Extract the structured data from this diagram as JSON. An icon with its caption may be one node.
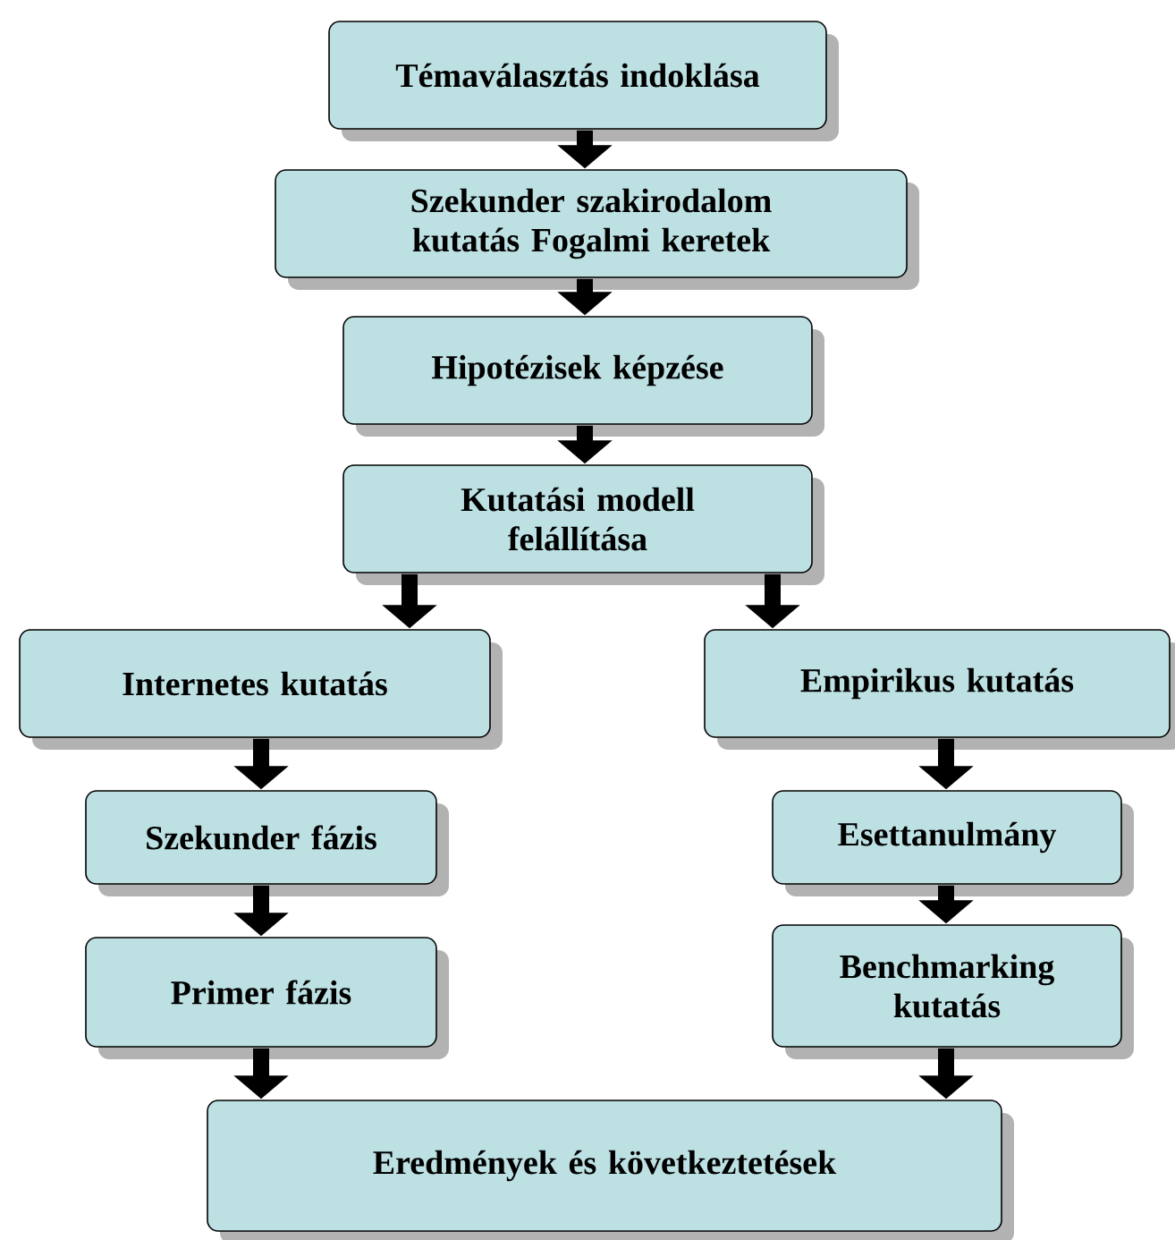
{
  "diagram": {
    "nodes": [
      {
        "text": [
          "Témaválasztás indoklása"
        ]
      },
      {
        "text": [
          "Szekunder szakirodalom kutatás Fogalmi keretek"
        ]
      },
      {
        "text": [
          "Hipotézisek képzése"
        ]
      },
      {
        "text": [
          "Kutatási modell felállítása"
        ]
      },
      {
        "text": [
          "Internetes kutatás"
        ]
      },
      {
        "text": [
          "Empirikus kutatás"
        ]
      },
      {
        "text": [
          "Szekunder fázis"
        ]
      },
      {
        "text": [
          "Esettanulmány"
        ]
      },
      {
        "text": [
          "Primer fázis"
        ]
      },
      {
        "text": [
          "Benchmarking kutatás"
        ]
      },
      {
        "text": [
          "Eredmények és következtetések"
        ]
      }
    ],
    "edges": [
      {
        "from": 0,
        "to": 1,
        "arrow": "to"
      },
      {
        "from": 1,
        "to": 2,
        "arrow": "to"
      },
      {
        "from": 2,
        "to": 3,
        "arrow": "to"
      },
      {
        "from": 3,
        "to": 4,
        "arrow": "to"
      },
      {
        "from": 3,
        "to": 5,
        "arrow": "to"
      },
      {
        "from": 4,
        "to": 6,
        "arrow": "to"
      },
      {
        "from": 6,
        "to": 8,
        "arrow": "to"
      },
      {
        "from": 8,
        "to": 10,
        "arrow": "to"
      },
      {
        "from": 5,
        "to": 7,
        "arrow": "to"
      },
      {
        "from": 7,
        "to": 9,
        "arrow": "to"
      },
      {
        "from": 9,
        "to": 10,
        "arrow": "to"
      }
    ]
  }
}
